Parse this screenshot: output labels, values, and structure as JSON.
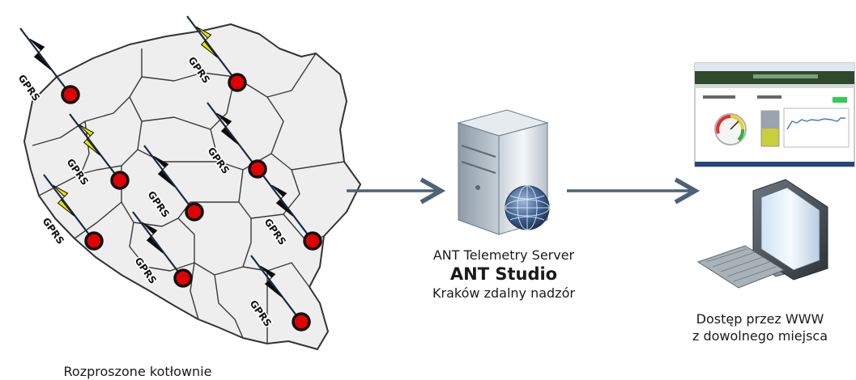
{
  "gprs_label": "GPRS",
  "map": {
    "caption": "Rozproszone kotłownie",
    "boilers": [
      {
        "id": 1,
        "lightning": "dark"
      },
      {
        "id": 2,
        "lightning": "yellow"
      },
      {
        "id": 3,
        "lightning": "yellow"
      },
      {
        "id": 4,
        "lightning": "dark"
      },
      {
        "id": 5,
        "lightning": "dark"
      },
      {
        "id": 6,
        "lightning": "yellow"
      },
      {
        "id": 7,
        "lightning": "dark"
      },
      {
        "id": 8,
        "lightning": "dark"
      },
      {
        "id": 9,
        "lightning": "dark"
      },
      {
        "id": 10,
        "lightning": "dark"
      }
    ]
  },
  "server": {
    "line1": "ANT Telemetry Server",
    "line2": "ANT Studio",
    "line3": "Kraków zdalny nadzór"
  },
  "www": {
    "line1": "Dostęp przez WWW",
    "line2": "z dowolnego miejsca"
  },
  "colors": {
    "map_fill": "#eeeeee",
    "map_border": "#333333",
    "boiler_dot": "#e00000",
    "arrow": "#4a6378",
    "lightning_yellow": "#e8e000",
    "lightning_dark": "#0a0a0a"
  }
}
